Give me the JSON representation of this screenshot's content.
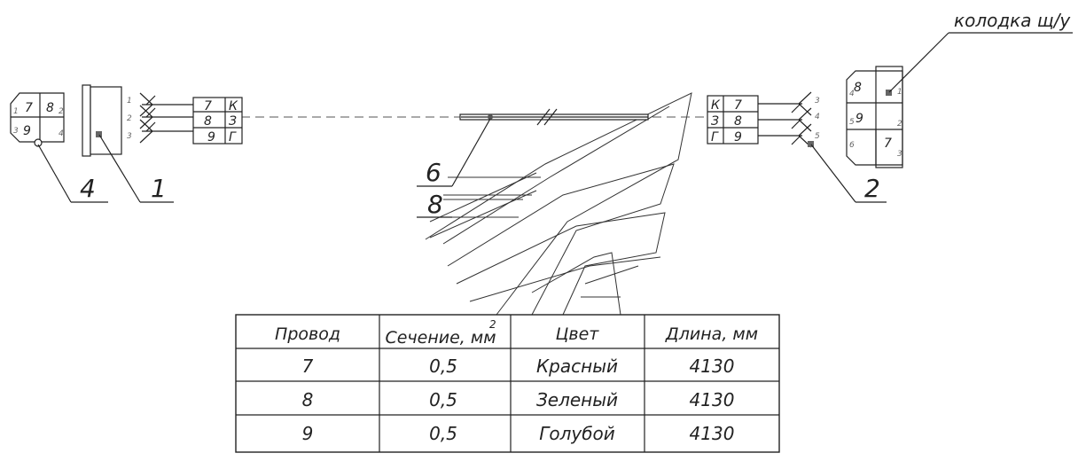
{
  "connector_label": "колодка щ/у",
  "callouts": {
    "c1": "1",
    "c2": "2",
    "c4": "4",
    "c6": "6",
    "c8": "8"
  },
  "left_plug": {
    "a": "7",
    "b": "8",
    "c": "9",
    "n1": "1",
    "n2": "2",
    "n3": "3",
    "n4": "4"
  },
  "left_side_pins": [
    "1",
    "2",
    "3"
  ],
  "left_terminal": [
    {
      "wire": "7",
      "code": "К"
    },
    {
      "wire": "8",
      "code": "З"
    },
    {
      "wire": "9",
      "code": "Г"
    }
  ],
  "right_terminal": [
    {
      "code": "К",
      "wire": "7"
    },
    {
      "code": "З",
      "wire": "8"
    },
    {
      "code": "Г",
      "wire": "9"
    }
  ],
  "right_side_pins": [
    "3",
    "4",
    "5"
  ],
  "right_plug": {
    "a": "8",
    "b": "9",
    "c": "7",
    "n1": "1",
    "n2": "2",
    "n3": "3",
    "n4": "4",
    "n5": "5",
    "n6": "6"
  },
  "table": {
    "headers": [
      "Провод",
      "Сечение, мм",
      "Цвет",
      "Длина, мм"
    ],
    "header_sup": "2",
    "rows": [
      [
        "7",
        "0,5",
        "Красный",
        "4130"
      ],
      [
        "8",
        "0,5",
        "Зеленый",
        "4130"
      ],
      [
        "9",
        "0,5",
        "Голубой",
        "4130"
      ]
    ]
  }
}
